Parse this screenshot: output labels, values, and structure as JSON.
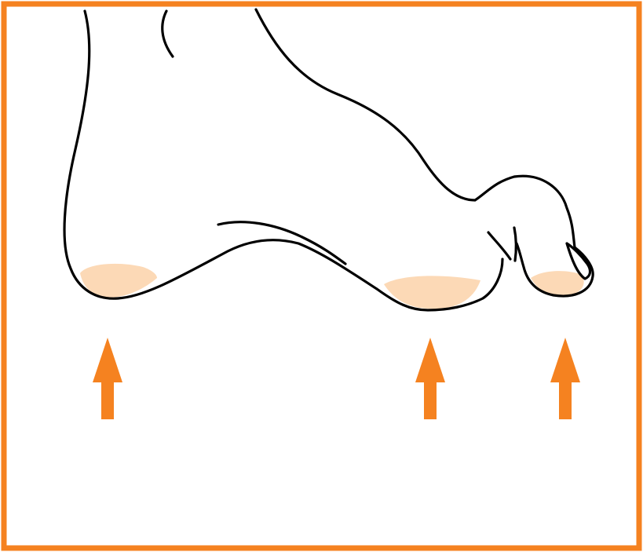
{
  "figure": {
    "subject": "foot-pressure-points",
    "colors": {
      "frame": "#f58220",
      "outline": "#000000",
      "pressure_area": "#fcd9b6",
      "arrow": "#f58220",
      "background": "#ffffff"
    },
    "pressure_points": [
      "heel",
      "ball-of-foot",
      "toe-tip"
    ],
    "arrows": [
      {
        "name": "heel-arrow",
        "direction": "up"
      },
      {
        "name": "ball-arrow",
        "direction": "up"
      },
      {
        "name": "toe-arrow",
        "direction": "up"
      }
    ]
  }
}
